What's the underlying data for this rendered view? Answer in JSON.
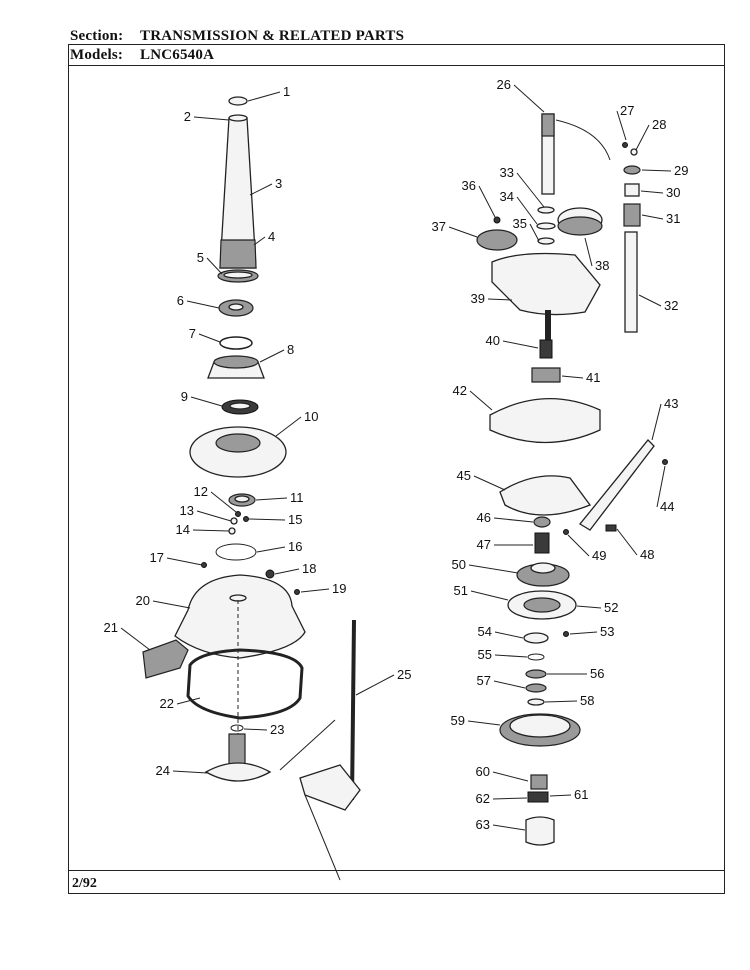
{
  "header": {
    "section_label": "Section:",
    "section_value": "TRANSMISSION & RELATED PARTS",
    "models_label": "Models:",
    "models_value": "LNC6540A"
  },
  "footer": {
    "date": "2/92"
  },
  "callouts": [
    "1",
    "2",
    "3",
    "4",
    "5",
    "6",
    "7",
    "8",
    "9",
    "10",
    "11",
    "12",
    "13",
    "14",
    "15",
    "16",
    "17",
    "18",
    "19",
    "20",
    "21",
    "22",
    "23",
    "24",
    "25",
    "26",
    "27",
    "28",
    "29",
    "30",
    "31",
    "32",
    "33",
    "34",
    "35",
    "36",
    "37",
    "38",
    "39",
    "40",
    "41",
    "42",
    "43",
    "44",
    "45",
    "46",
    "47",
    "48",
    "49",
    "50",
    "51",
    "52",
    "53",
    "54",
    "55",
    "56",
    "57",
    "58",
    "59",
    "60",
    "61",
    "62",
    "63"
  ]
}
